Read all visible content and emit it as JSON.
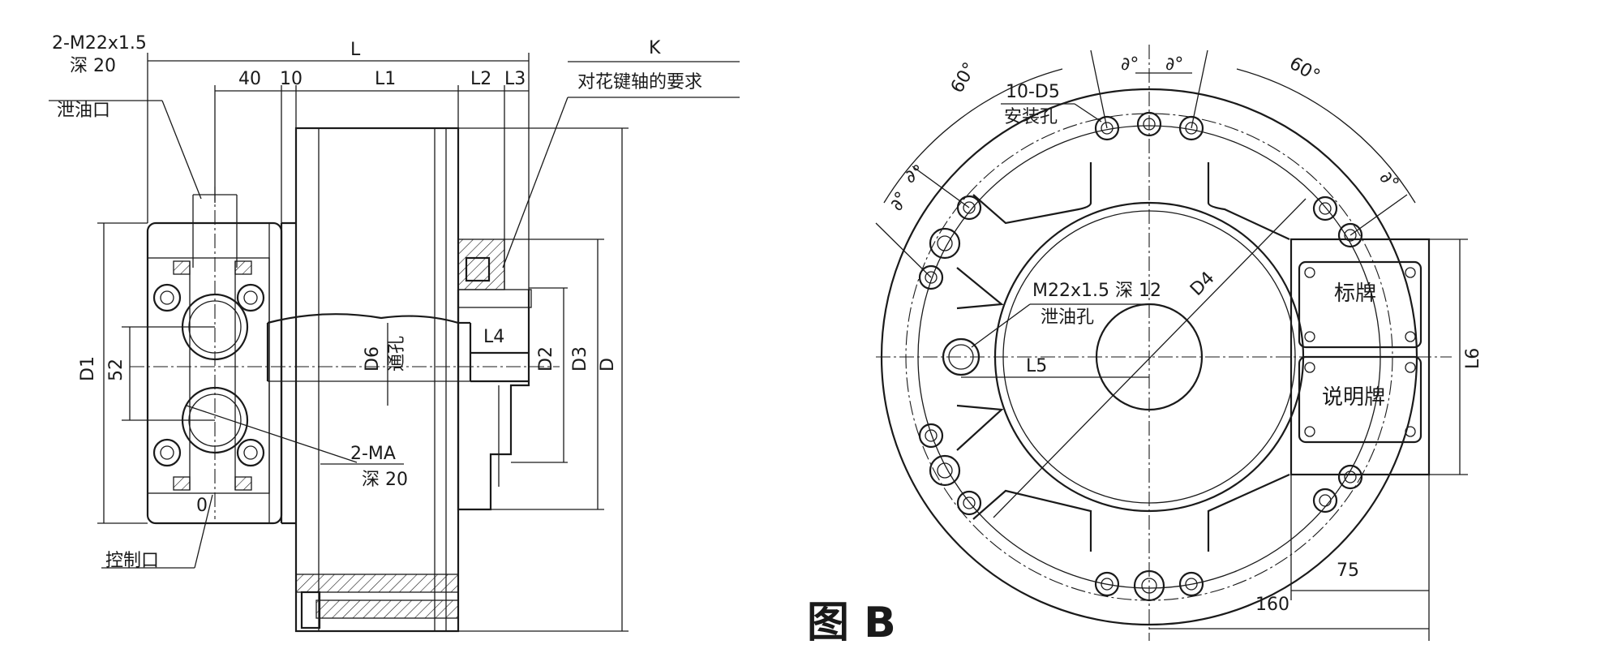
{
  "left_view": {
    "dims": {
      "L": "L",
      "d40": "40",
      "d10": "10",
      "L1": "L1",
      "L2": "L2",
      "L3": "L3",
      "L4": "L4",
      "K": "K",
      "D": "D",
      "D1": "D1",
      "D2": "D2",
      "D3": "D3",
      "D6": "D6",
      "d52": "52",
      "zero": "0"
    },
    "notes": {
      "m22_line1": "2-M22x1.5",
      "m22_line2": "深 20",
      "drain_port": "泄油口",
      "spline_req": "对花键轴的要求",
      "through_hole": "通孔",
      "ma_line1": "2-MA",
      "ma_line2": "深 20",
      "control_port": "控制口"
    }
  },
  "right_view": {
    "title": "图 B",
    "labels": {
      "holes_line1": "10-D5",
      "holes_line2": "安装孔",
      "drain_line1": "M22x1.5 深 12",
      "drain_line2": "泄油孔",
      "D4": "D4",
      "L5": "L5",
      "L6": "L6",
      "angle_60_left": "60°",
      "angle_60_right": "60°",
      "angle_a1": "∂°",
      "angle_a2": "∂°",
      "angle_a3": "∂°",
      "angle_a4": "∂°",
      "angle_a5": "∂°",
      "nameplate": "标牌",
      "instruction_plate": "说明牌",
      "d75": "75",
      "d160": "160"
    }
  }
}
